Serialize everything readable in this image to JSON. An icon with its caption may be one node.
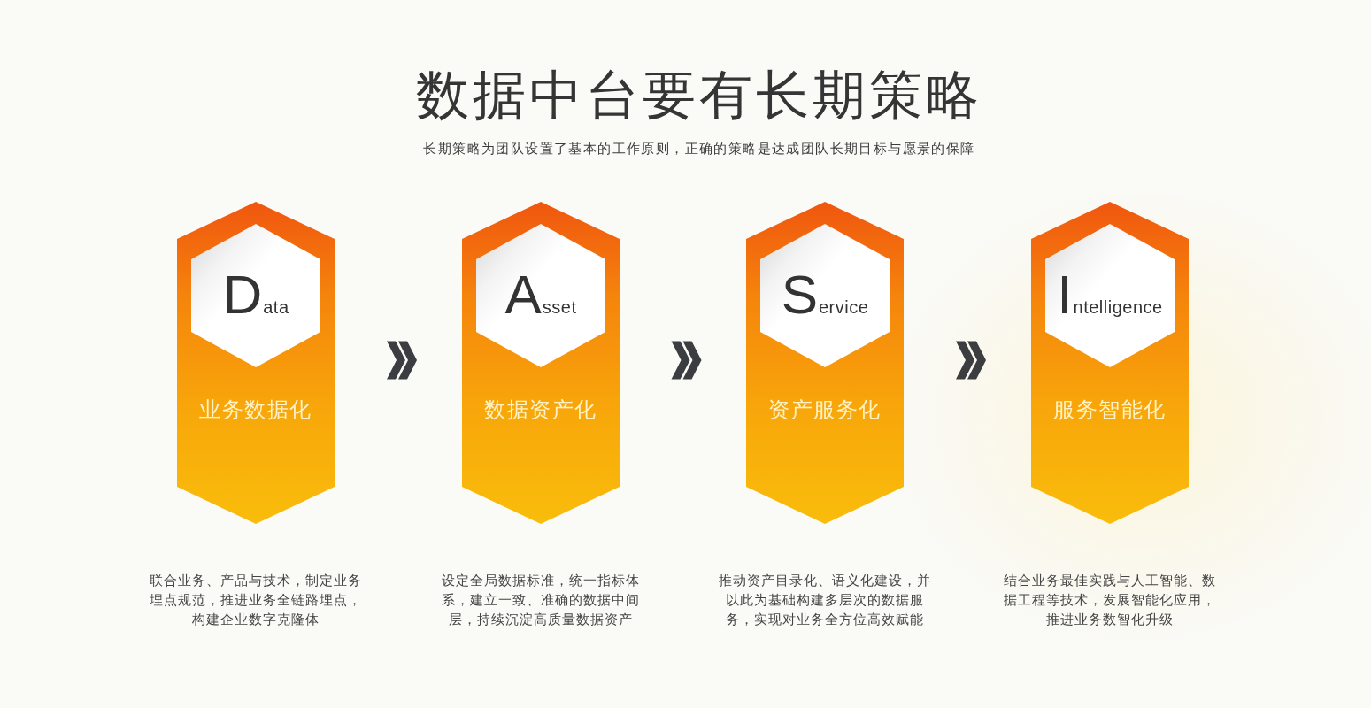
{
  "diagram": {
    "title": "数据中台要有长期策略",
    "nodes": [
      {
        "text": [
          "Data",
          "业务数据化"
        ],
        "beside": [
          "联合业务、产品与技术，制定业务埋点规范，推进业务全链路埋点，构建企业数字克隆体"
        ]
      },
      {
        "text": [
          "Asset",
          "数据资产化"
        ],
        "beside": [
          "设定全局数据标准，统一指标体系，建立一致、准确的数据中间层，持续沉淀高质量数据资产"
        ]
      },
      {
        "text": [
          "Service",
          "资产服务化"
        ],
        "beside": [
          "推动资产目录化、语义化建设，并以此为基础构建多层次的数据服务，实现对业务全方位高效赋能"
        ]
      },
      {
        "text": [
          "Intelligence",
          "服务智能化"
        ],
        "beside": [
          "结合业务最佳实践与人工智能、数据工程等技术，发展智能化应用，推进业务数智化升级"
        ]
      }
    ],
    "edges": [
      {
        "from": 0,
        "to": 1,
        "arrow": "to"
      },
      {
        "from": 1,
        "to": 2,
        "arrow": "to"
      },
      {
        "from": 2,
        "to": 3,
        "arrow": "to"
      }
    ],
    "labels": [
      "长期策略为团队设置了基本的工作原则，正确的策略是达成团队长期目标与愿景的保障"
    ]
  }
}
